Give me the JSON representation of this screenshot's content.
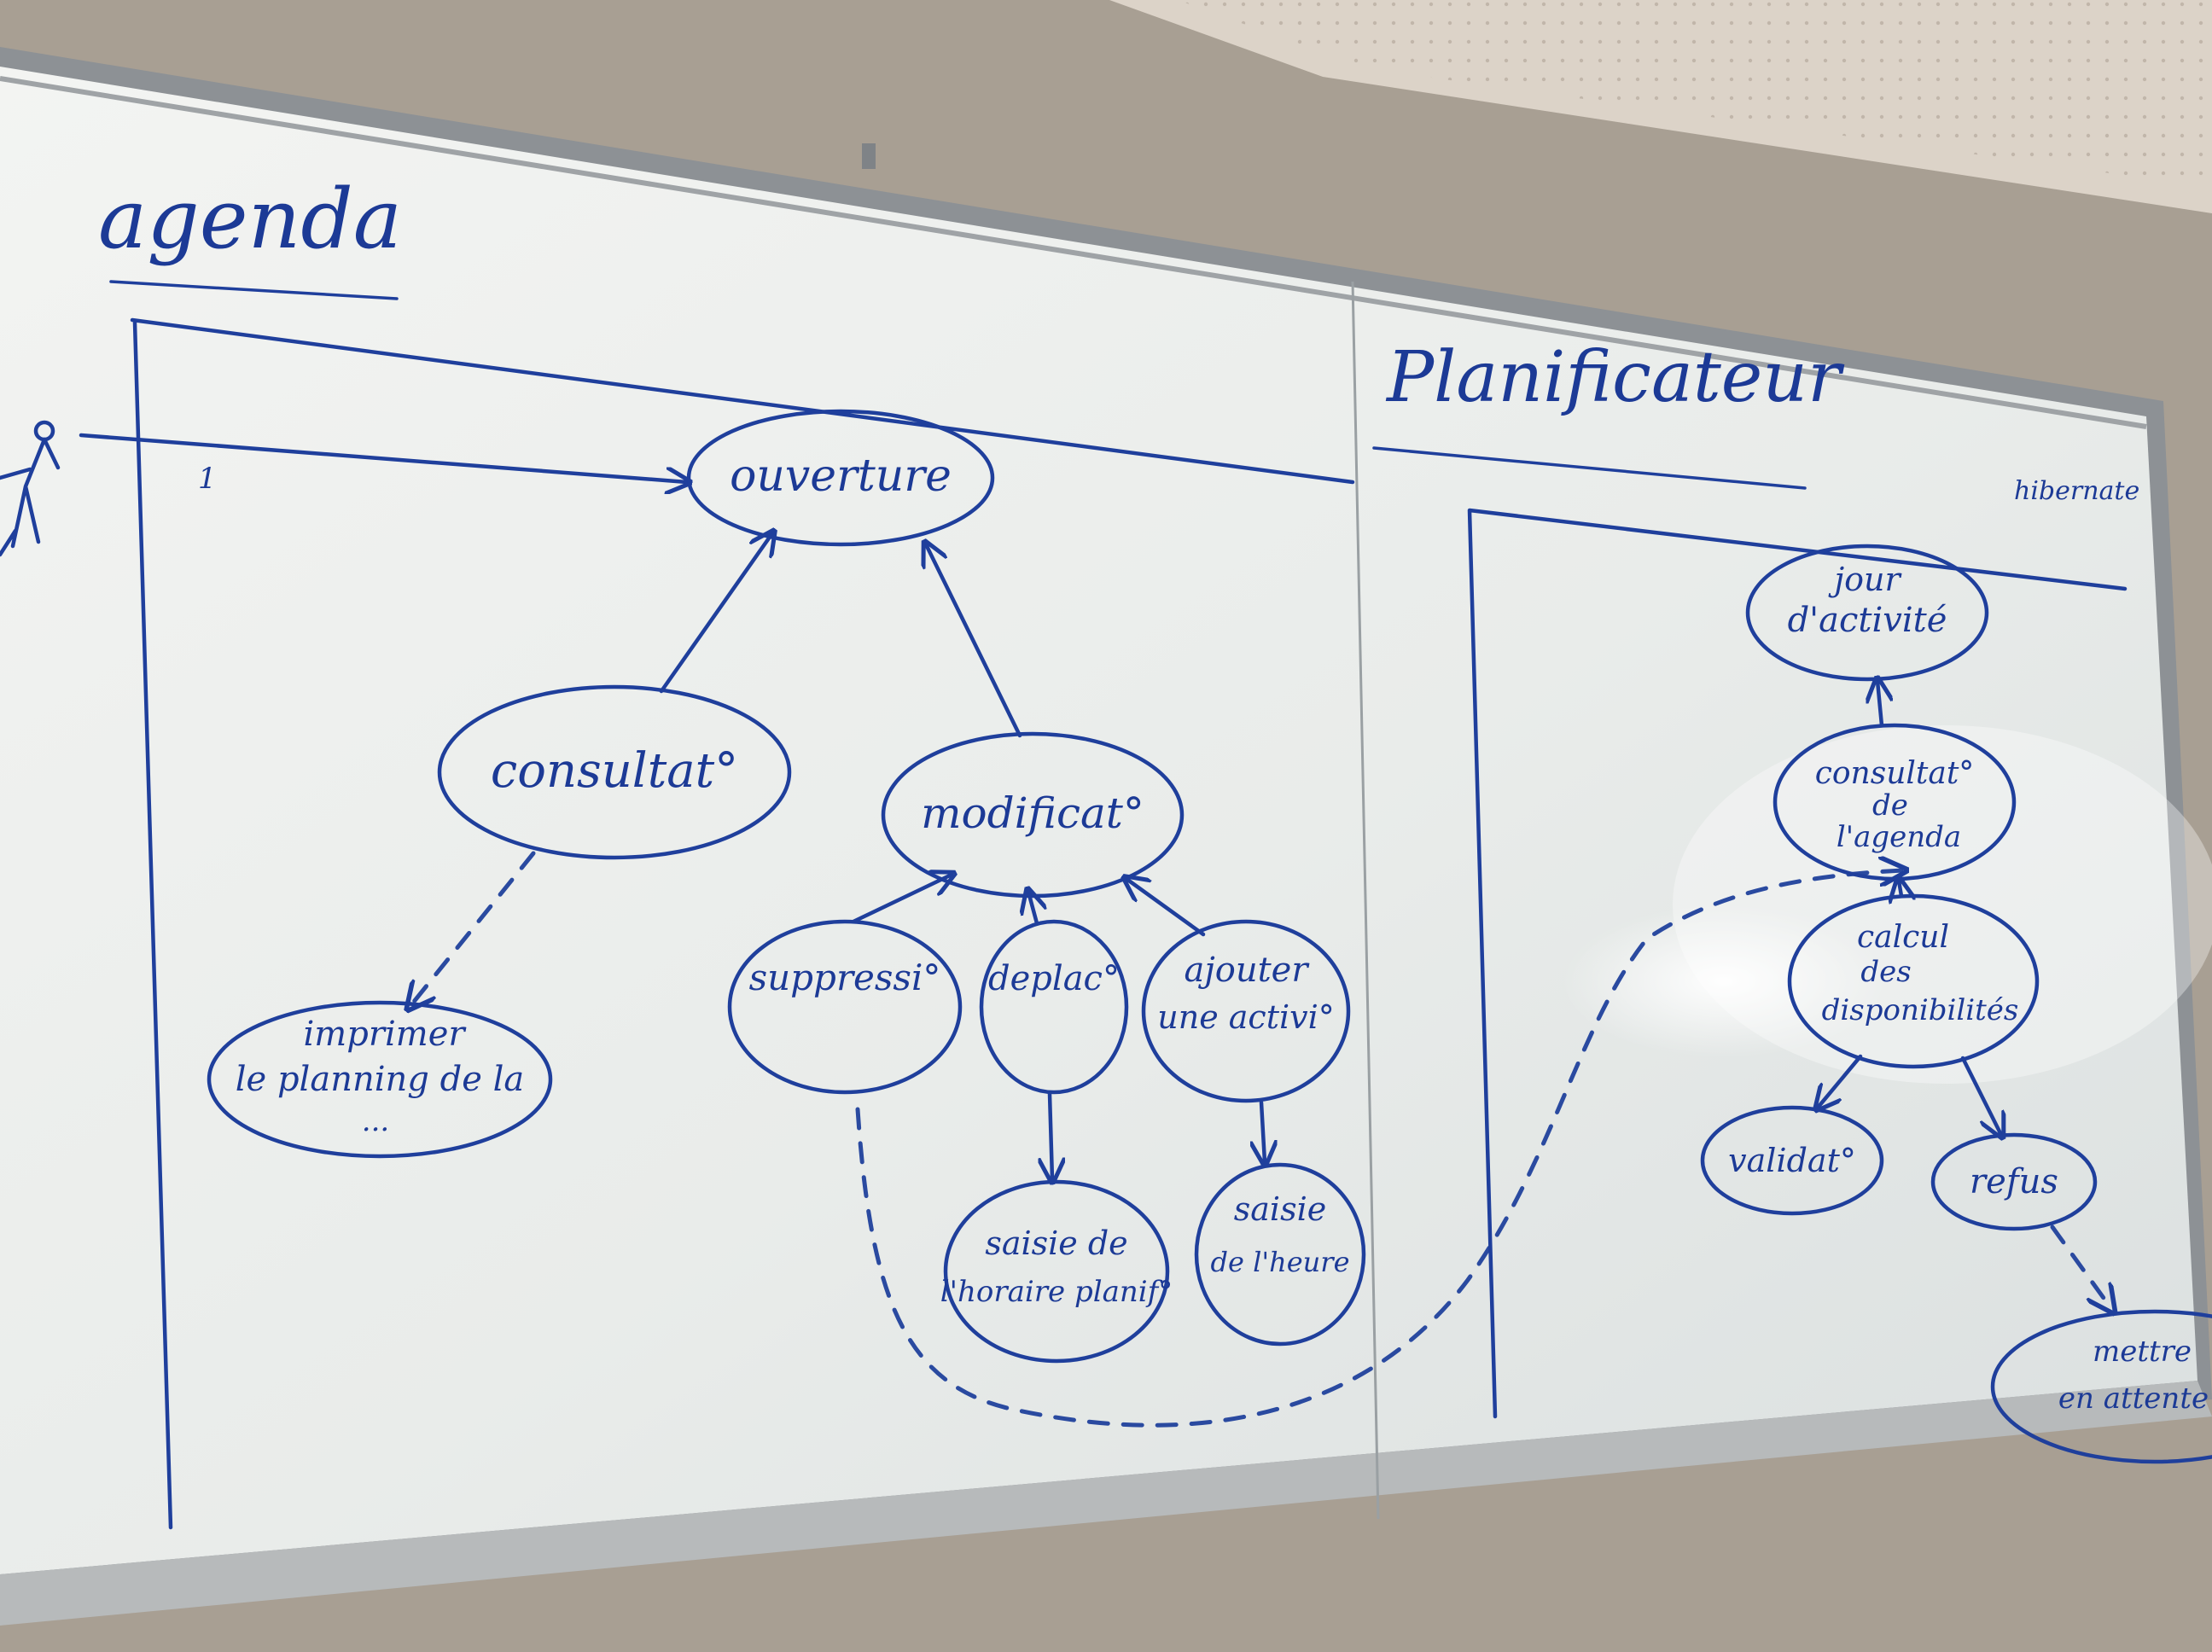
{
  "board": {
    "left_title": "agenda",
    "right_title": "Planificateur",
    "side_note": "hibernate",
    "boundary_mark": "1"
  },
  "colors": {
    "ink": "#1f3f9c",
    "board": "#eef0ee",
    "wall": "#a89f93",
    "ceiling": "#d8cfc4",
    "frame": "#8f9396"
  },
  "nodes": {
    "ouverture": "ouverture",
    "consultation": "consultat°",
    "modification": "modificat°",
    "imprimer": [
      "imprimer",
      "le planning de la",
      "..."
    ],
    "suppression": "suppressi°",
    "deplacement": "deplac°",
    "ajouter": [
      "ajouter",
      "une activi°"
    ],
    "saisie_horaire": [
      "saisie de",
      "l'horaire planif°"
    ],
    "saisie_heure": [
      "saisie",
      "de l'heure"
    ],
    "jour_activite": [
      "jour",
      "d'activité"
    ],
    "consultation_agenda": [
      "consultat°",
      "de",
      "l'agenda"
    ],
    "calcul": [
      "calcul",
      "des",
      "disponibilités"
    ],
    "validation": "validat°",
    "refus": "refus",
    "proposer": [
      "mettre",
      "en attente"
    ]
  },
  "icons": {
    "actor": "stick-figure-actor-icon"
  }
}
